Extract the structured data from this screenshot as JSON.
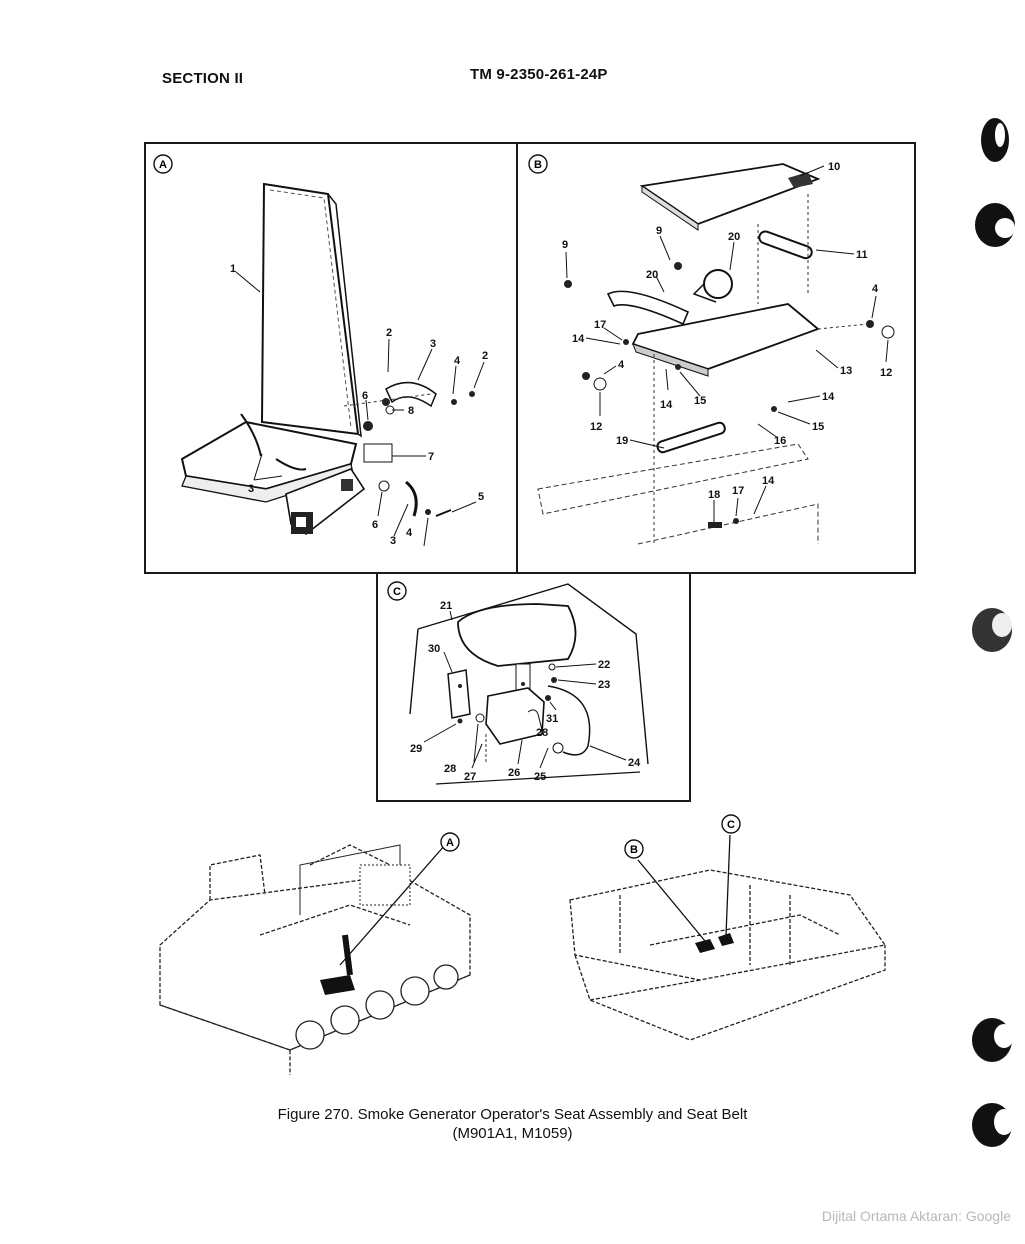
{
  "header": {
    "section": "SECTION II",
    "manual": "TM 9-2350-261-24P"
  },
  "panels": {
    "A": {
      "tag": "A",
      "callouts": [
        "1",
        "2",
        "3",
        "2",
        "4",
        "6",
        "8",
        "7",
        "3",
        "6",
        "3",
        "4",
        "5"
      ]
    },
    "B": {
      "tag": "B",
      "callouts": [
        "10",
        "9",
        "20",
        "11",
        "9",
        "20",
        "4",
        "17",
        "14",
        "12",
        "13",
        "4",
        "12",
        "14",
        "15",
        "14",
        "15",
        "16",
        "19",
        "18",
        "17",
        "14"
      ]
    },
    "C": {
      "tag": "C",
      "callouts": [
        "21",
        "30",
        "22",
        "23",
        "31",
        "28",
        "29",
        "28",
        "27",
        "26",
        "25",
        "24"
      ]
    }
  },
  "vehicles": {
    "tags": [
      "A",
      "B",
      "C"
    ]
  },
  "caption": {
    "line1": "Figure 270.   Smoke Generator Operator's Seat Assembly and Seat Belt",
    "line2": "(M901A1,  M1059)"
  },
  "watermark": "Dijital Ortama Aktaran: Google"
}
